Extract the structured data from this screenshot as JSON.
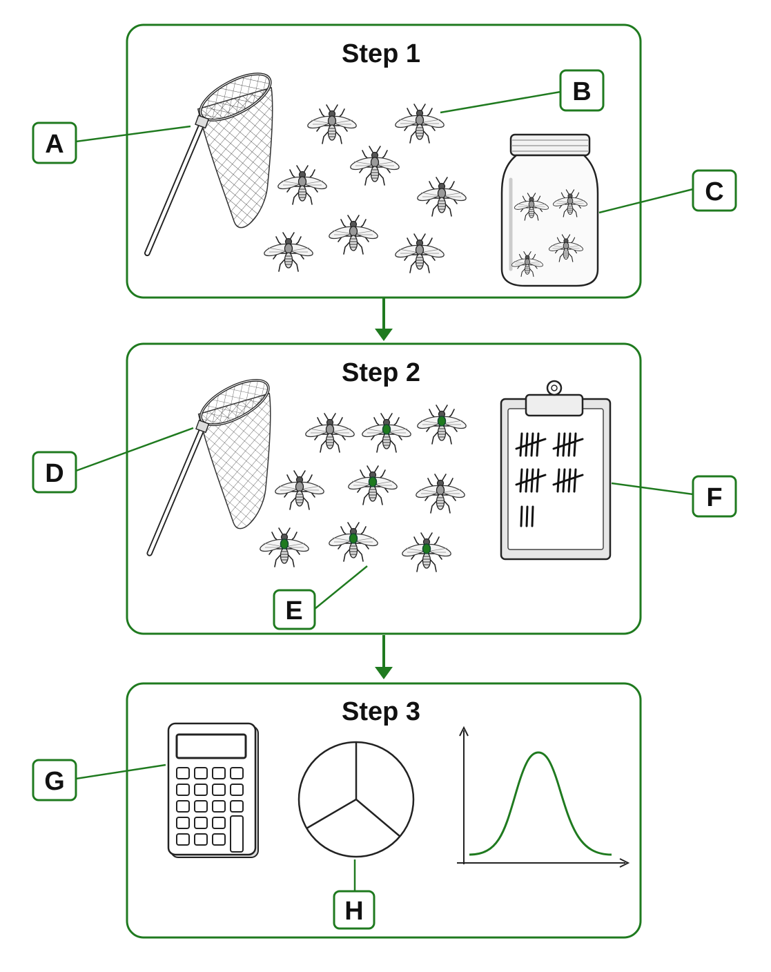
{
  "steps": [
    {
      "title": "Step 1"
    },
    {
      "title": "Step 2"
    },
    {
      "title": "Step 3"
    }
  ],
  "labels": {
    "A": "A",
    "B": "B",
    "C": "C",
    "D": "D",
    "E": "E",
    "F": "F",
    "G": "G",
    "H": "H"
  },
  "colors": {
    "accent": "#1f7a1f",
    "ink": "#222222",
    "marked_fly": "#1f7a1f"
  },
  "icons": {
    "net": "butterfly-net-icon",
    "fly": "fly-icon",
    "jar": "jar-icon",
    "clipboard": "clipboard-icon",
    "calculator": "calculator-icon",
    "pie": "pie-chart-icon",
    "curve": "bell-curve-icon"
  }
}
